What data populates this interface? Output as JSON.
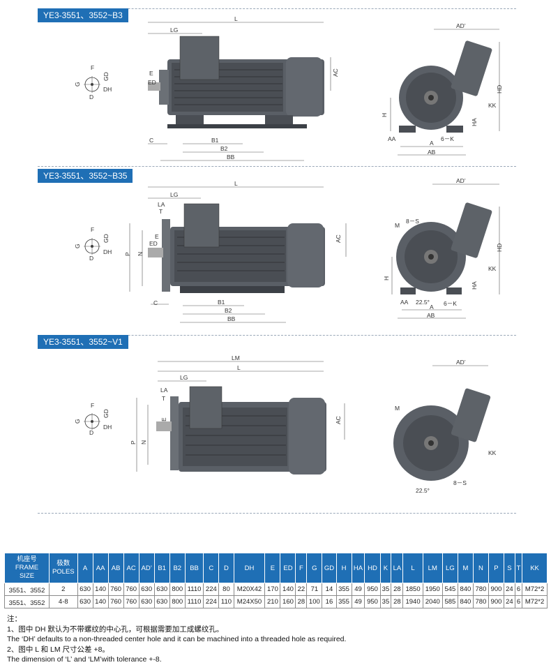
{
  "sections": [
    {
      "tag": "YE3-3551、3552~B3"
    },
    {
      "tag": "YE3-3551、3552~B35"
    },
    {
      "tag": "YE3-3551、3552~V1"
    }
  ],
  "labels": {
    "F": "F",
    "GD": "GD",
    "G": "G",
    "DH": "DH",
    "D": "D",
    "E": "E",
    "ED": "ED",
    "C": "C",
    "L": "L",
    "LG": "LG",
    "LA": "LA",
    "T": "T",
    "LM": "LM",
    "B1": "B1",
    "B2": "B2",
    "BB": "BB",
    "AC": "AC",
    "AD": "AD’",
    "HD": "HD",
    "H": "H",
    "HA": "HA",
    "KK": "KK",
    "AA": "AA",
    "A": "A",
    "AB": "AB",
    "K": "6－K",
    "M": "M",
    "S": "8－S",
    "N": "N",
    "P": "P",
    "angle": "22.5°"
  },
  "table": {
    "header_col1": [
      "机座号",
      "FRAME",
      "SIZE"
    ],
    "header_col2": [
      "极数",
      "POLES"
    ],
    "headers": [
      "A",
      "AA",
      "AB",
      "AC",
      "AD’",
      "B1",
      "B2",
      "BB",
      "C",
      "D",
      "DH",
      "E",
      "ED",
      "F",
      "G",
      "GD",
      "H",
      "HA",
      "HD",
      "K",
      "LA",
      "L",
      "LM",
      "LG",
      "M",
      "N",
      "P",
      "S",
      "T",
      "KK"
    ],
    "rows": [
      {
        "frame": "3551、3552",
        "poles": "2",
        "values": [
          "630",
          "140",
          "760",
          "760",
          "630",
          "630",
          "800",
          "1110",
          "224",
          "80",
          "M20X42",
          "170",
          "140",
          "22",
          "71",
          "14",
          "355",
          "49",
          "950",
          "35",
          "28",
          "1850",
          "1950",
          "545",
          "840",
          "780",
          "900",
          "24",
          "6",
          "M72*2"
        ]
      },
      {
        "frame": "3551、3552",
        "poles": "4-8",
        "values": [
          "630",
          "140",
          "760",
          "760",
          "630",
          "630",
          "800",
          "1110",
          "224",
          "110",
          "M24X50",
          "210",
          "160",
          "28",
          "100",
          "16",
          "355",
          "49",
          "950",
          "35",
          "28",
          "1940",
          "2040",
          "585",
          "840",
          "780",
          "900",
          "24",
          "6",
          "M72*2"
        ]
      }
    ]
  },
  "notes": {
    "title": "注：",
    "n1_cn": "1、图中 DH 默认为不带螺纹的中心孔，可根据需要加工成螺纹孔。",
    "n1_en": "The ‘DH’ defaults to a non-threaded center hole and it can be machined into a threaded hole as required.",
    "n2_cn": "2、图中 L 和 LM 尺寸公差 +8。",
    "n2_en": "The dimension of ‘L’ and ‘LM’with tolerance +-8."
  },
  "colors": {
    "accent": "#1f6fb5",
    "motor": "#555a60",
    "motor_dark": "#3c4046"
  }
}
